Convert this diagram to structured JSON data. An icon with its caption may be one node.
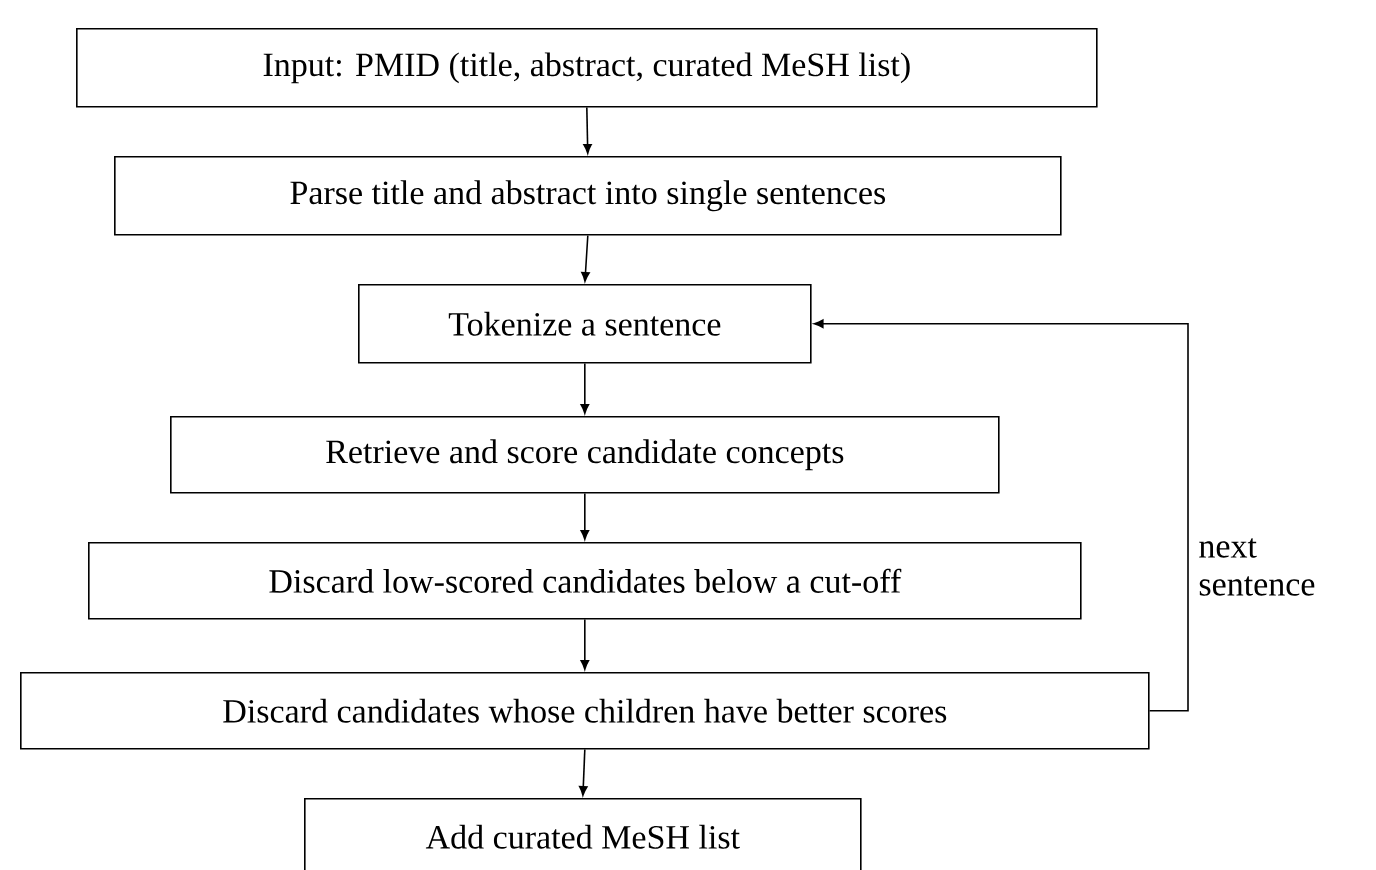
{
  "diagram": {
    "nodes": [
      {
        "text": [
          "Input: PMID (title, abstract, curated MeSH list)"
        ]
      },
      {
        "text": [
          "Parse title and abstract into single sentences"
        ]
      },
      {
        "text": [
          "Tokenize a sentence"
        ]
      },
      {
        "text": [
          "Retrieve and score candidate concepts"
        ]
      },
      {
        "text": [
          "Discard low-scored candidates below a cut-off"
        ]
      },
      {
        "text": [
          "Discard candidates whose children have better scores"
        ]
      },
      {
        "text": [
          "Add curated MeSH list"
        ]
      }
    ],
    "edges": [
      {
        "from": 0,
        "to": 1,
        "arrow": "to"
      },
      {
        "from": 1,
        "to": 2,
        "arrow": "to"
      },
      {
        "from": 2,
        "to": 3,
        "arrow": "to"
      },
      {
        "from": 3,
        "to": 4,
        "arrow": "to"
      },
      {
        "from": 4,
        "to": 5,
        "arrow": "to"
      },
      {
        "from": 5,
        "to": 2,
        "arrow": "to",
        "label": "next sentence"
      },
      {
        "from": 5,
        "to": 6,
        "arrow": "to"
      }
    ]
  }
}
